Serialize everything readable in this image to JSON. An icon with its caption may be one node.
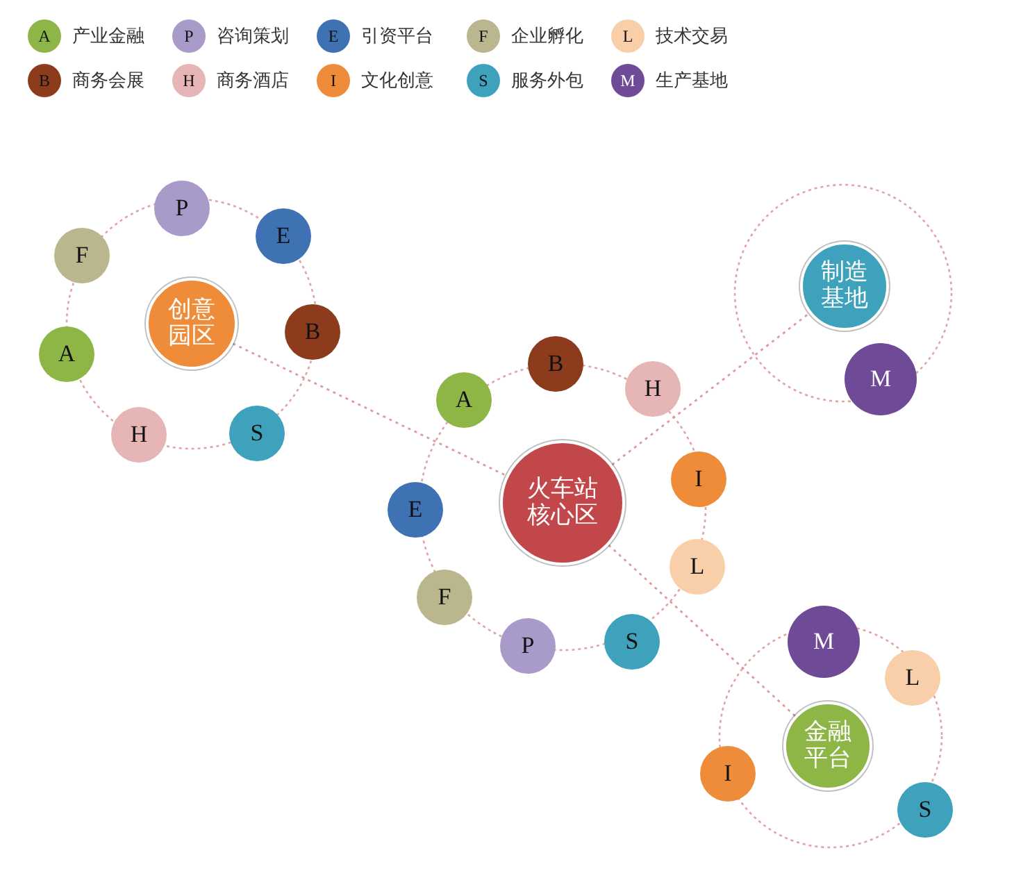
{
  "diagram": {
    "nodes": [
      {
        "text": [
          "创意园区"
        ]
      },
      {
        "text": [
          "P"
        ]
      },
      {
        "text": [
          "E"
        ]
      },
      {
        "text": [
          "B"
        ]
      },
      {
        "text": [
          "S"
        ]
      },
      {
        "text": [
          "H"
        ]
      },
      {
        "text": [
          "A"
        ]
      },
      {
        "text": [
          "F"
        ]
      },
      {
        "text": [
          "制造基地"
        ]
      },
      {
        "text": [
          "M"
        ]
      },
      {
        "text": [
          "火车站核心区"
        ]
      },
      {
        "text": [
          "A"
        ]
      },
      {
        "text": [
          "B"
        ]
      },
      {
        "text": [
          "H"
        ]
      },
      {
        "text": [
          "I"
        ]
      },
      {
        "text": [
          "L"
        ]
      },
      {
        "text": [
          "S"
        ]
      },
      {
        "text": [
          "P"
        ]
      },
      {
        "text": [
          "F"
        ]
      },
      {
        "text": [
          "E"
        ]
      },
      {
        "text": [
          "金融平台"
        ]
      },
      {
        "text": [
          "M"
        ]
      },
      {
        "text": [
          "L"
        ]
      },
      {
        "text": [
          "S"
        ]
      },
      {
        "text": [
          "I"
        ]
      }
    ],
    "edges": [
      {
        "from": 0,
        "to": 10,
        "arrow": "none",
        "style": "dashed"
      },
      {
        "from": 10,
        "to": 8,
        "arrow": "none",
        "style": "dashed"
      },
      {
        "from": 10,
        "to": 20,
        "arrow": "none",
        "style": "dashed"
      }
    ],
    "labels": [
      "A",
      "P",
      "E",
      "F",
      "L",
      "B",
      "H",
      "I",
      "S",
      "M"
    ],
    "legend": [
      {
        "text": "产业金融",
        "color": "#8db646"
      },
      {
        "text": "咨询策划",
        "color": "#a99bc9"
      },
      {
        "text": "引资平台",
        "color": "#3f72b3"
      },
      {
        "text": "企业孵化",
        "color": "#bab68e"
      },
      {
        "text": "技术交易",
        "color": "#f8cfa8"
      },
      {
        "text": "商务会展",
        "color": "#8c3c1c"
      },
      {
        "text": "商务酒店",
        "color": "#e6b5b6"
      },
      {
        "text": "文化创意",
        "color": "#ee8c3a"
      },
      {
        "text": "服务外包",
        "color": "#3ea2bc"
      },
      {
        "text": "生产基地",
        "color": "#6f4b97"
      }
    ]
  }
}
